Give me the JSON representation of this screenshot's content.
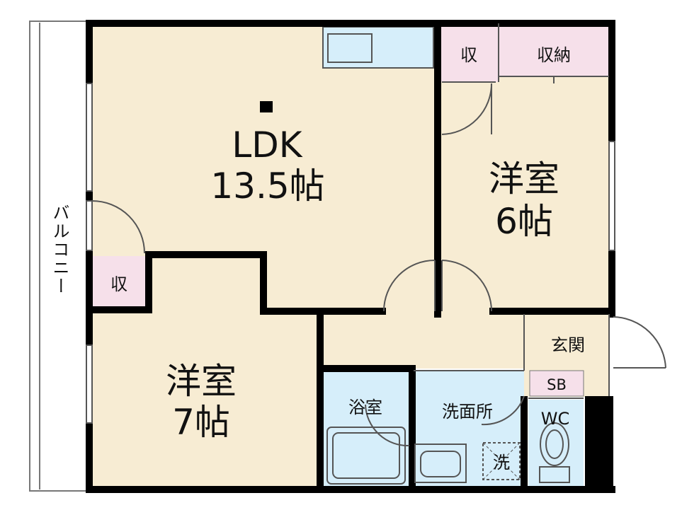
{
  "colors": {
    "wall": "#000000",
    "floor_room": "#f7ecd3",
    "floor_wet": "#d6eefa",
    "storage": "#f6e0ea",
    "balcony": "#ffffff",
    "fixture_line": "#555555"
  },
  "rooms": {
    "ldk": {
      "name": "LDK",
      "size": "13.5帖"
    },
    "western_6": {
      "name": "洋室",
      "size": "6帖"
    },
    "western_7": {
      "name": "洋室",
      "size": "7帖"
    },
    "storage_top": "収",
    "closet_top": "収納",
    "storage_left": "収",
    "entrance": "玄関",
    "shoe_box": "SB",
    "bathroom": "浴室",
    "washroom": "洗面所",
    "toilet": "WC",
    "washer": "洗"
  },
  "balcony": {
    "label": "バルコニー"
  },
  "icons": [
    "kitchen-sink-icon",
    "fridge-marker-icon",
    "bathtub-icon",
    "washbasin-icon",
    "washer-icon",
    "toilet-icon"
  ]
}
